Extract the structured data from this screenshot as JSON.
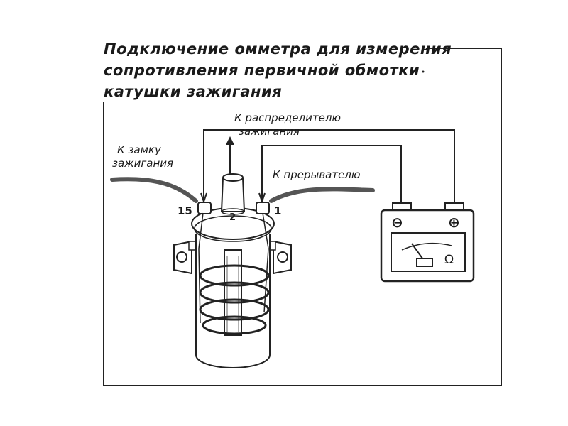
{
  "title": {
    "line1": "Подключение омметра для измерения",
    "line2": "сопротивления первичной обмотки",
    "line3": "катушки зажигания"
  },
  "labels": {
    "to_ignition_switch_1": "К замку",
    "to_ignition_switch_2": "зажигания",
    "to_distributor_1": "К распределителю",
    "to_distributor_2": "зажигания",
    "to_breaker": "К прерывателю"
  },
  "terminals": {
    "left": "15",
    "right": "1",
    "center": "2"
  },
  "ohmmeter": {
    "minus": "⊖",
    "plus": "⊕",
    "unit": "Ω"
  }
}
